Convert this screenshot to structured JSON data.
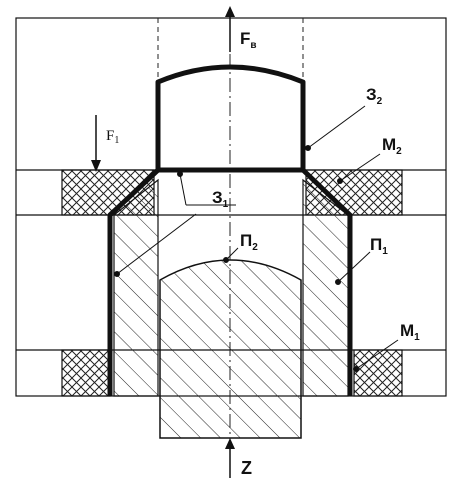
{
  "labels": {
    "force_top_main": "F",
    "force_top_sub": "в",
    "force_side_main": "F",
    "force_side_sub": "1",
    "z2_main": "З",
    "z2_sub": "2",
    "m2_main": "М",
    "m2_sub": "2",
    "z1_main": "З",
    "z1_sub": "1",
    "p2_main": "П",
    "p2_sub": "2",
    "p1_main": "П",
    "p1_sub": "1",
    "m1_main": "М",
    "m1_sub": "1",
    "z_axis": "Z"
  }
}
